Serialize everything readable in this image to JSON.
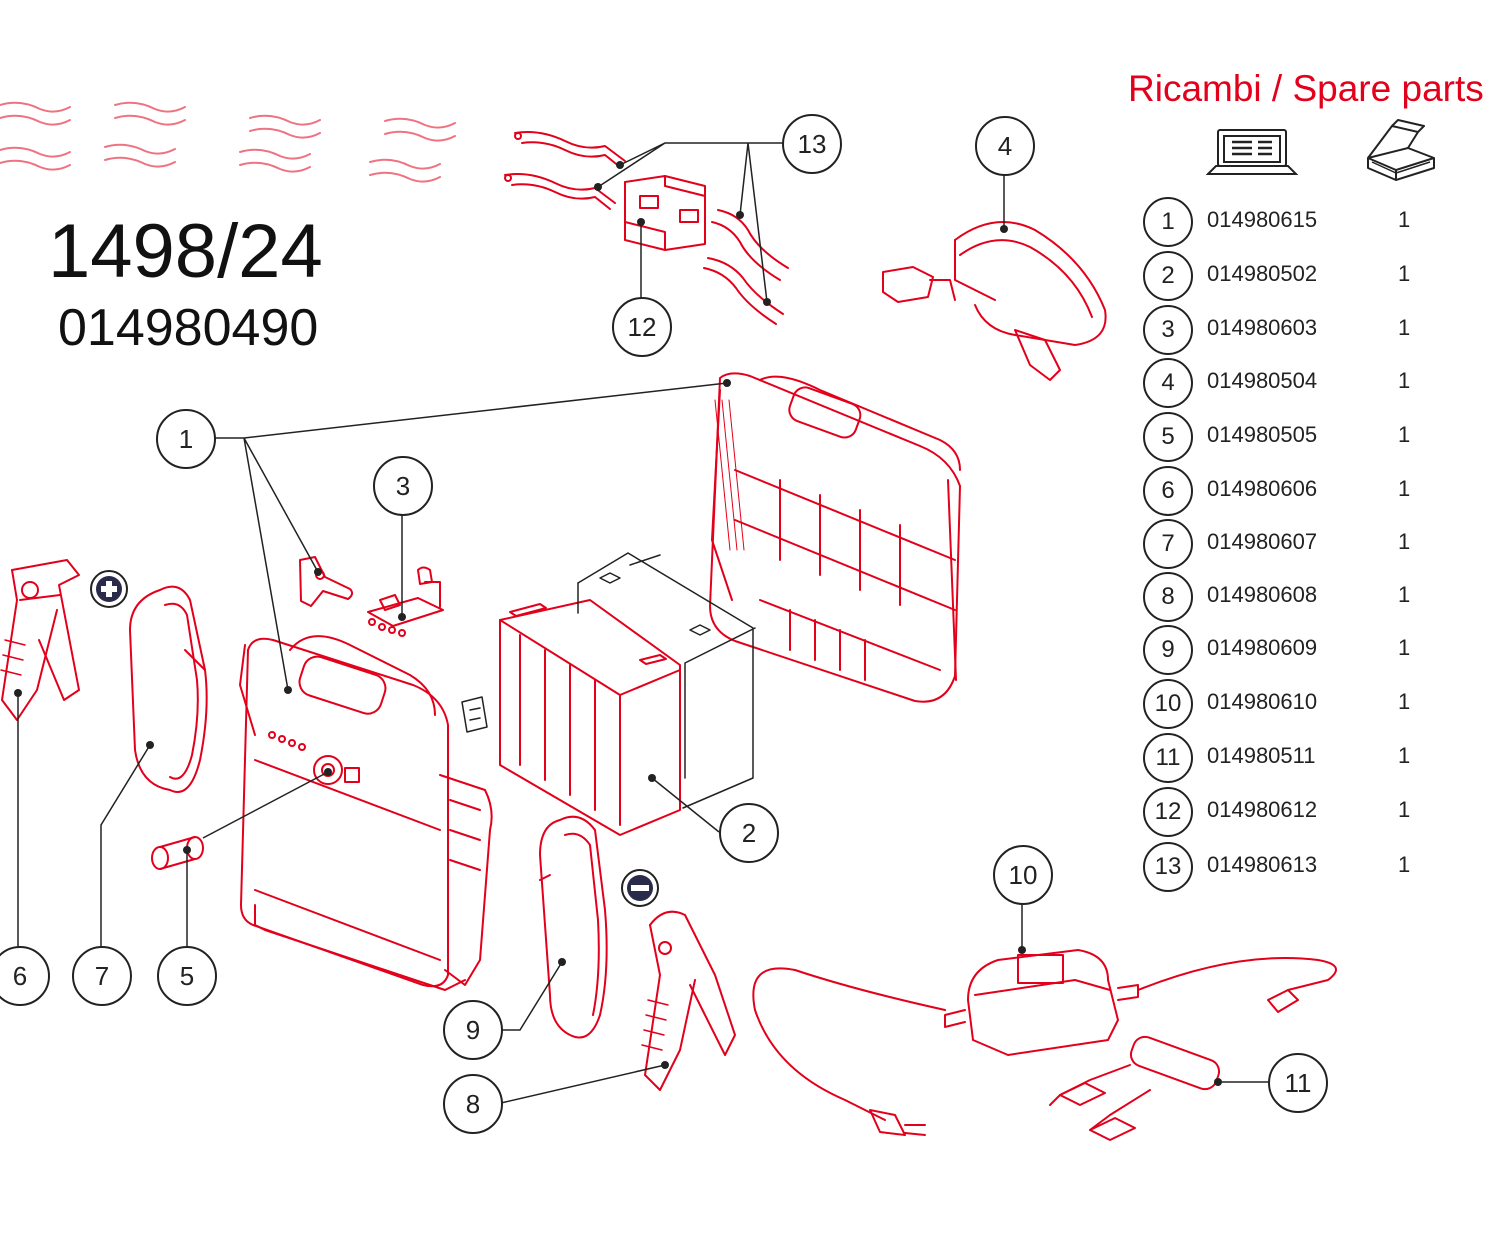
{
  "header": {
    "model": "1498/24",
    "article": "014980490"
  },
  "parts_table": {
    "title": "Ricambi / Spare parts",
    "code_icon": "computer-icon",
    "qty_icon": "open-box-icon",
    "rows": [
      {
        "num": "1",
        "code": "014980615",
        "qty": "1"
      },
      {
        "num": "2",
        "code": "014980502",
        "qty": "1"
      },
      {
        "num": "3",
        "code": "014980603",
        "qty": "1"
      },
      {
        "num": "4",
        "code": "014980504",
        "qty": "1"
      },
      {
        "num": "5",
        "code": "014980505",
        "qty": "1"
      },
      {
        "num": "6",
        "code": "014980606",
        "qty": "1"
      },
      {
        "num": "7",
        "code": "014980607",
        "qty": "1"
      },
      {
        "num": "8",
        "code": "014980608",
        "qty": "1"
      },
      {
        "num": "9",
        "code": "014980609",
        "qty": "1"
      },
      {
        "num": "10",
        "code": "014980610",
        "qty": "1"
      },
      {
        "num": "11",
        "code": "014980511",
        "qty": "1"
      },
      {
        "num": "12",
        "code": "014980612",
        "qty": "1"
      },
      {
        "num": "13",
        "code": "014980613",
        "qty": "1"
      }
    ]
  },
  "callouts": {
    "c1": "1",
    "c2": "2",
    "c3": "3",
    "c4": "4",
    "c5": "5",
    "c6": "6",
    "c7": "7",
    "c8": "8",
    "c9": "9",
    "c10": "10",
    "c11": "11",
    "c12": "12",
    "c13": "13"
  },
  "polarity": {
    "plus_icon": "plus-icon",
    "minus_icon": "minus-icon"
  },
  "colors": {
    "drawing": "#e3001b",
    "lines": "#222222",
    "title": "#e3001b"
  }
}
